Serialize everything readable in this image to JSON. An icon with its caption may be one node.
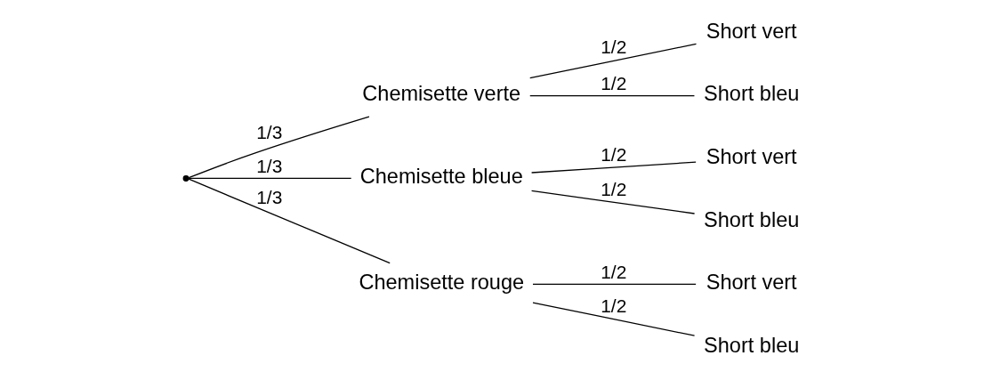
{
  "diagram": {
    "nodes": [
      {
        "text": [],
        "shape": "point"
      },
      {
        "text": [
          "Chemisette verte"
        ]
      },
      {
        "text": [
          "Short vert"
        ]
      },
      {
        "text": [
          "Short bleu"
        ]
      },
      {
        "text": [
          "Chemisette bleue"
        ]
      },
      {
        "text": [
          "Short vert"
        ]
      },
      {
        "text": [
          "Short bleu"
        ]
      },
      {
        "text": [
          "Chemisette rouge"
        ]
      },
      {
        "text": [
          "Short vert"
        ]
      },
      {
        "text": [
          "Short bleu"
        ]
      }
    ],
    "edges": [
      {
        "from": 0,
        "to": 1,
        "arrow": "none",
        "label": "1/3"
      },
      {
        "from": 1,
        "to": 2,
        "arrow": "none",
        "label": "1/2"
      },
      {
        "from": 1,
        "to": 3,
        "arrow": "none",
        "label": "1/2"
      },
      {
        "from": 0,
        "to": 4,
        "arrow": "none",
        "label": "1/3"
      },
      {
        "from": 4,
        "to": 5,
        "arrow": "none",
        "label": "1/2"
      },
      {
        "from": 4,
        "to": 6,
        "arrow": "none",
        "label": "1/2"
      },
      {
        "from": 0,
        "to": 7,
        "arrow": "none",
        "label": "1/3"
      },
      {
        "from": 7,
        "to": 8,
        "arrow": "none",
        "label": "1/2"
      },
      {
        "from": 7,
        "to": 9,
        "arrow": "none",
        "label": "1/2"
      }
    ]
  }
}
